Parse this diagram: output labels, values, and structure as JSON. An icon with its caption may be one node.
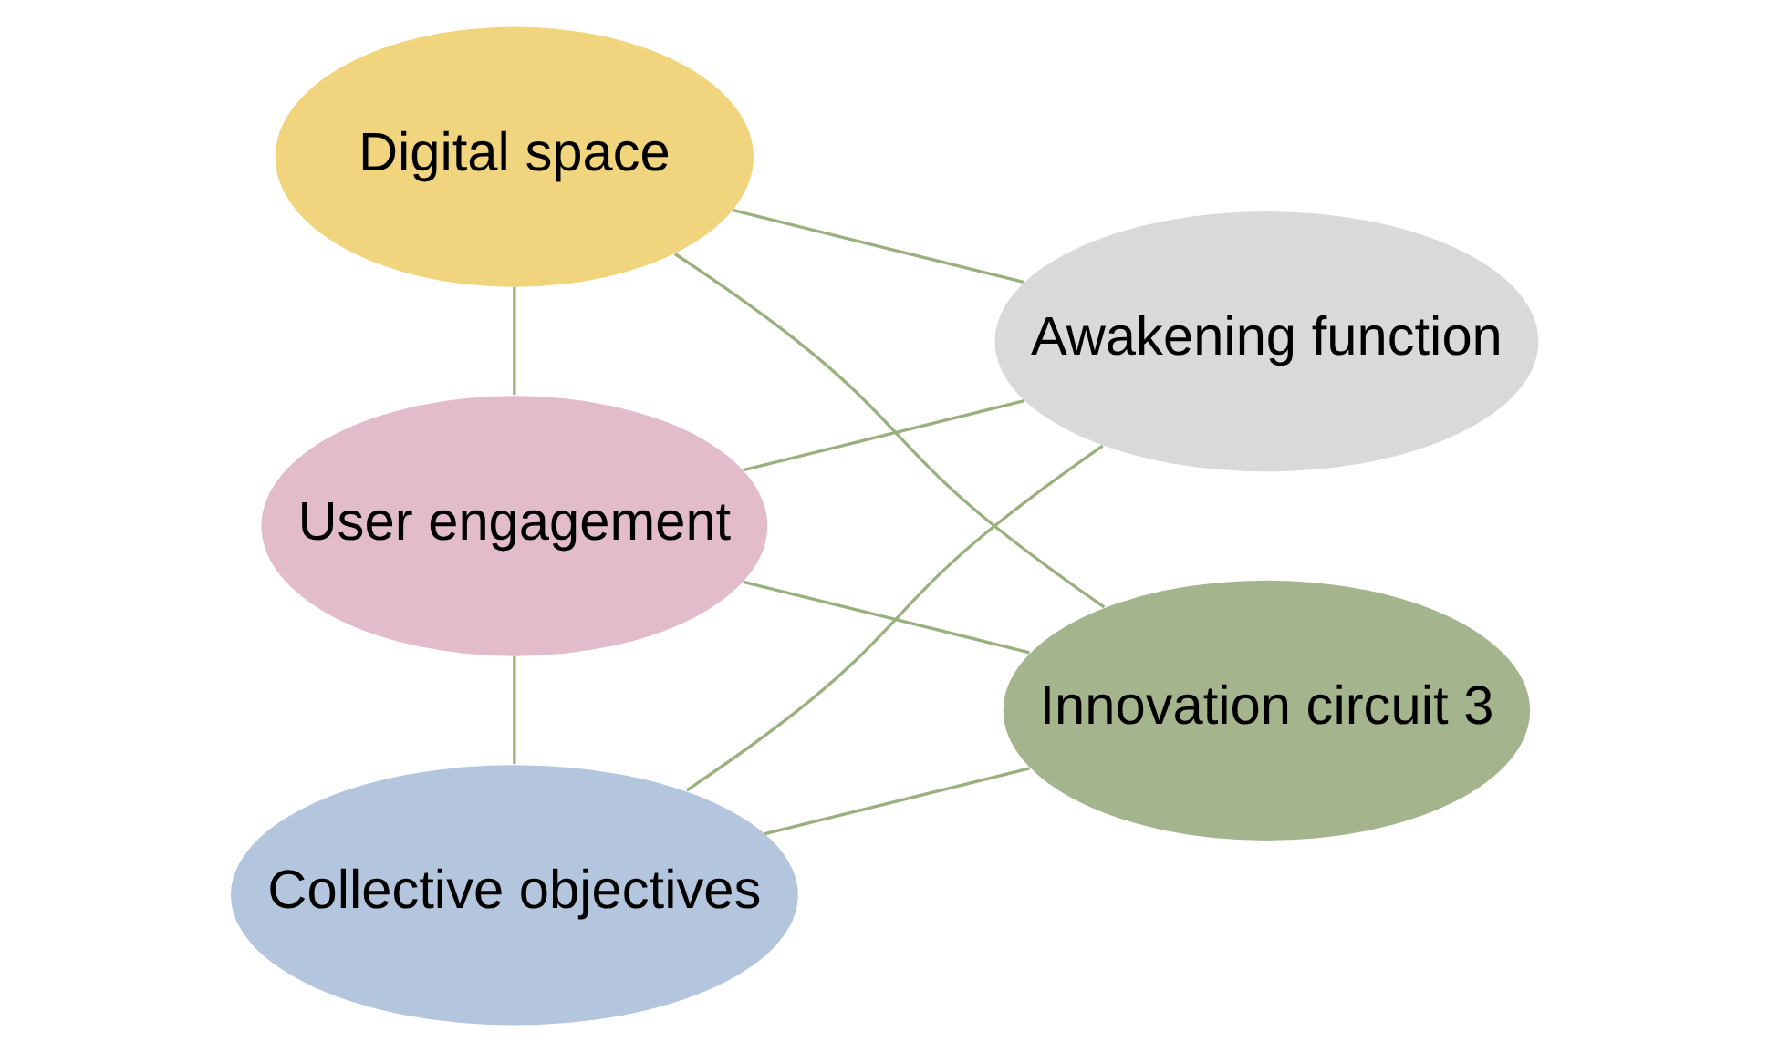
{
  "diagram": {
    "nodes": [
      {
        "text": [
          "Digital space"
        ]
      },
      {
        "text": [
          "User engagement"
        ]
      },
      {
        "text": [
          "Collective objectives"
        ]
      },
      {
        "text": [
          "Awakening function"
        ]
      },
      {
        "text": [
          "Innovation circuit 3"
        ]
      }
    ],
    "edges": [
      {
        "from": 0,
        "to": 1,
        "arrow": "none"
      },
      {
        "from": 1,
        "to": 2,
        "arrow": "none"
      },
      {
        "from": 0,
        "to": 3,
        "arrow": "none"
      },
      {
        "from": 0,
        "to": 4,
        "arrow": "none"
      },
      {
        "from": 1,
        "to": 3,
        "arrow": "none"
      },
      {
        "from": 1,
        "to": 4,
        "arrow": "none"
      },
      {
        "from": 2,
        "to": 3,
        "arrow": "none"
      },
      {
        "from": 2,
        "to": 4,
        "arrow": "none"
      }
    ]
  }
}
